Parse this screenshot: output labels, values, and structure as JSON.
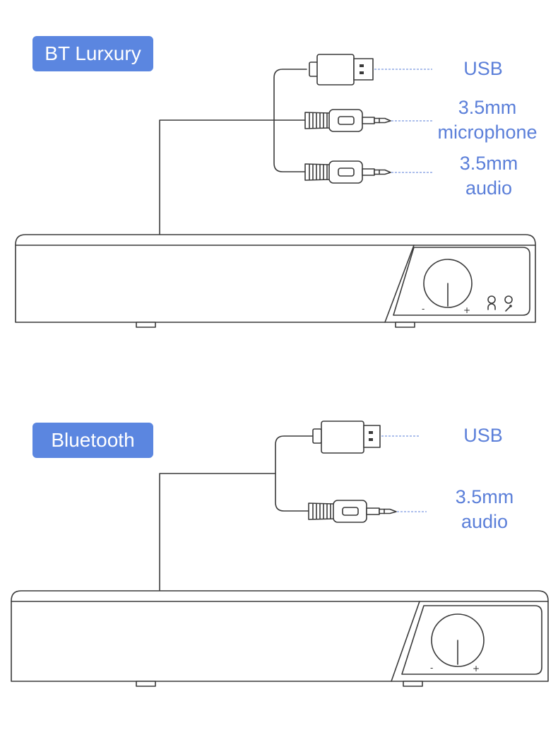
{
  "colors": {
    "accent": "#5b86e0",
    "label": "#5b7fd9",
    "line": "#3a3a3a"
  },
  "sections": [
    {
      "badge": "BT Lurxury",
      "labels": [
        {
          "lines": [
            "USB"
          ]
        },
        {
          "lines": [
            "3.5mm",
            "microphone"
          ]
        },
        {
          "lines": [
            "3.5mm",
            "audio"
          ]
        }
      ],
      "panel_icons": [
        "headphone-jack-icon",
        "microphone-jack-icon"
      ]
    },
    {
      "badge": "Bluetooth",
      "labels": [
        {
          "lines": [
            "USB"
          ]
        },
        {
          "lines": [
            "3.5mm",
            "audio"
          ]
        }
      ]
    }
  ],
  "knob": {
    "minus": "-",
    "plus": "+"
  }
}
